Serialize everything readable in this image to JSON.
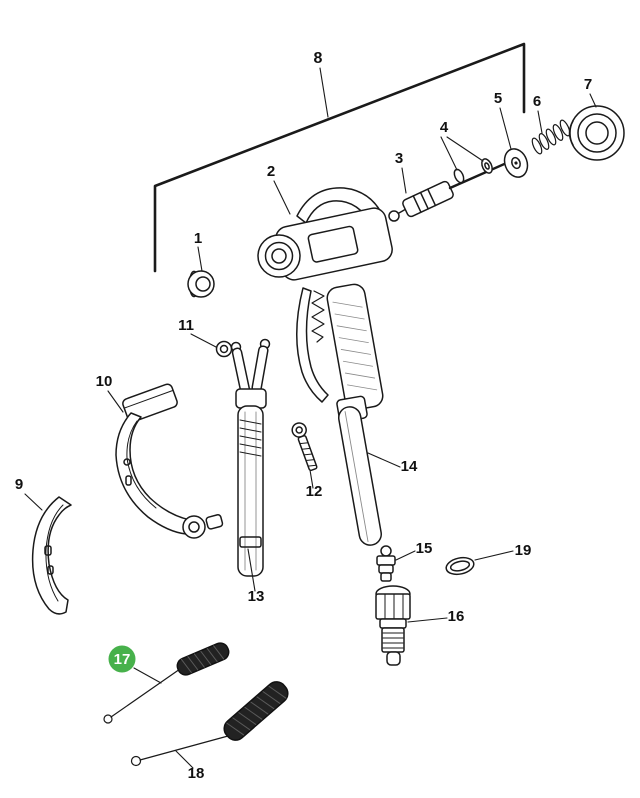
{
  "diagram": {
    "kind": "exploded-parts-diagram",
    "parts": [
      {
        "label": "1"
      },
      {
        "label": "2"
      },
      {
        "label": "3"
      },
      {
        "label": "4"
      },
      {
        "label": "5"
      },
      {
        "label": "6"
      },
      {
        "label": "7"
      },
      {
        "label": "8"
      },
      {
        "label": "9"
      },
      {
        "label": "10"
      },
      {
        "label": "11"
      },
      {
        "label": "12"
      },
      {
        "label": "13"
      },
      {
        "label": "14"
      },
      {
        "label": "15"
      },
      {
        "label": "16"
      },
      {
        "label": "17",
        "highlighted": true
      },
      {
        "label": "18"
      },
      {
        "label": "19"
      }
    ],
    "highlighted_part_label": "17",
    "colors": {
      "highlight": "#47B14B",
      "highlight_text": "#FFFFFF",
      "line": "#1A1A1A",
      "background": "#FFFFFF"
    }
  }
}
